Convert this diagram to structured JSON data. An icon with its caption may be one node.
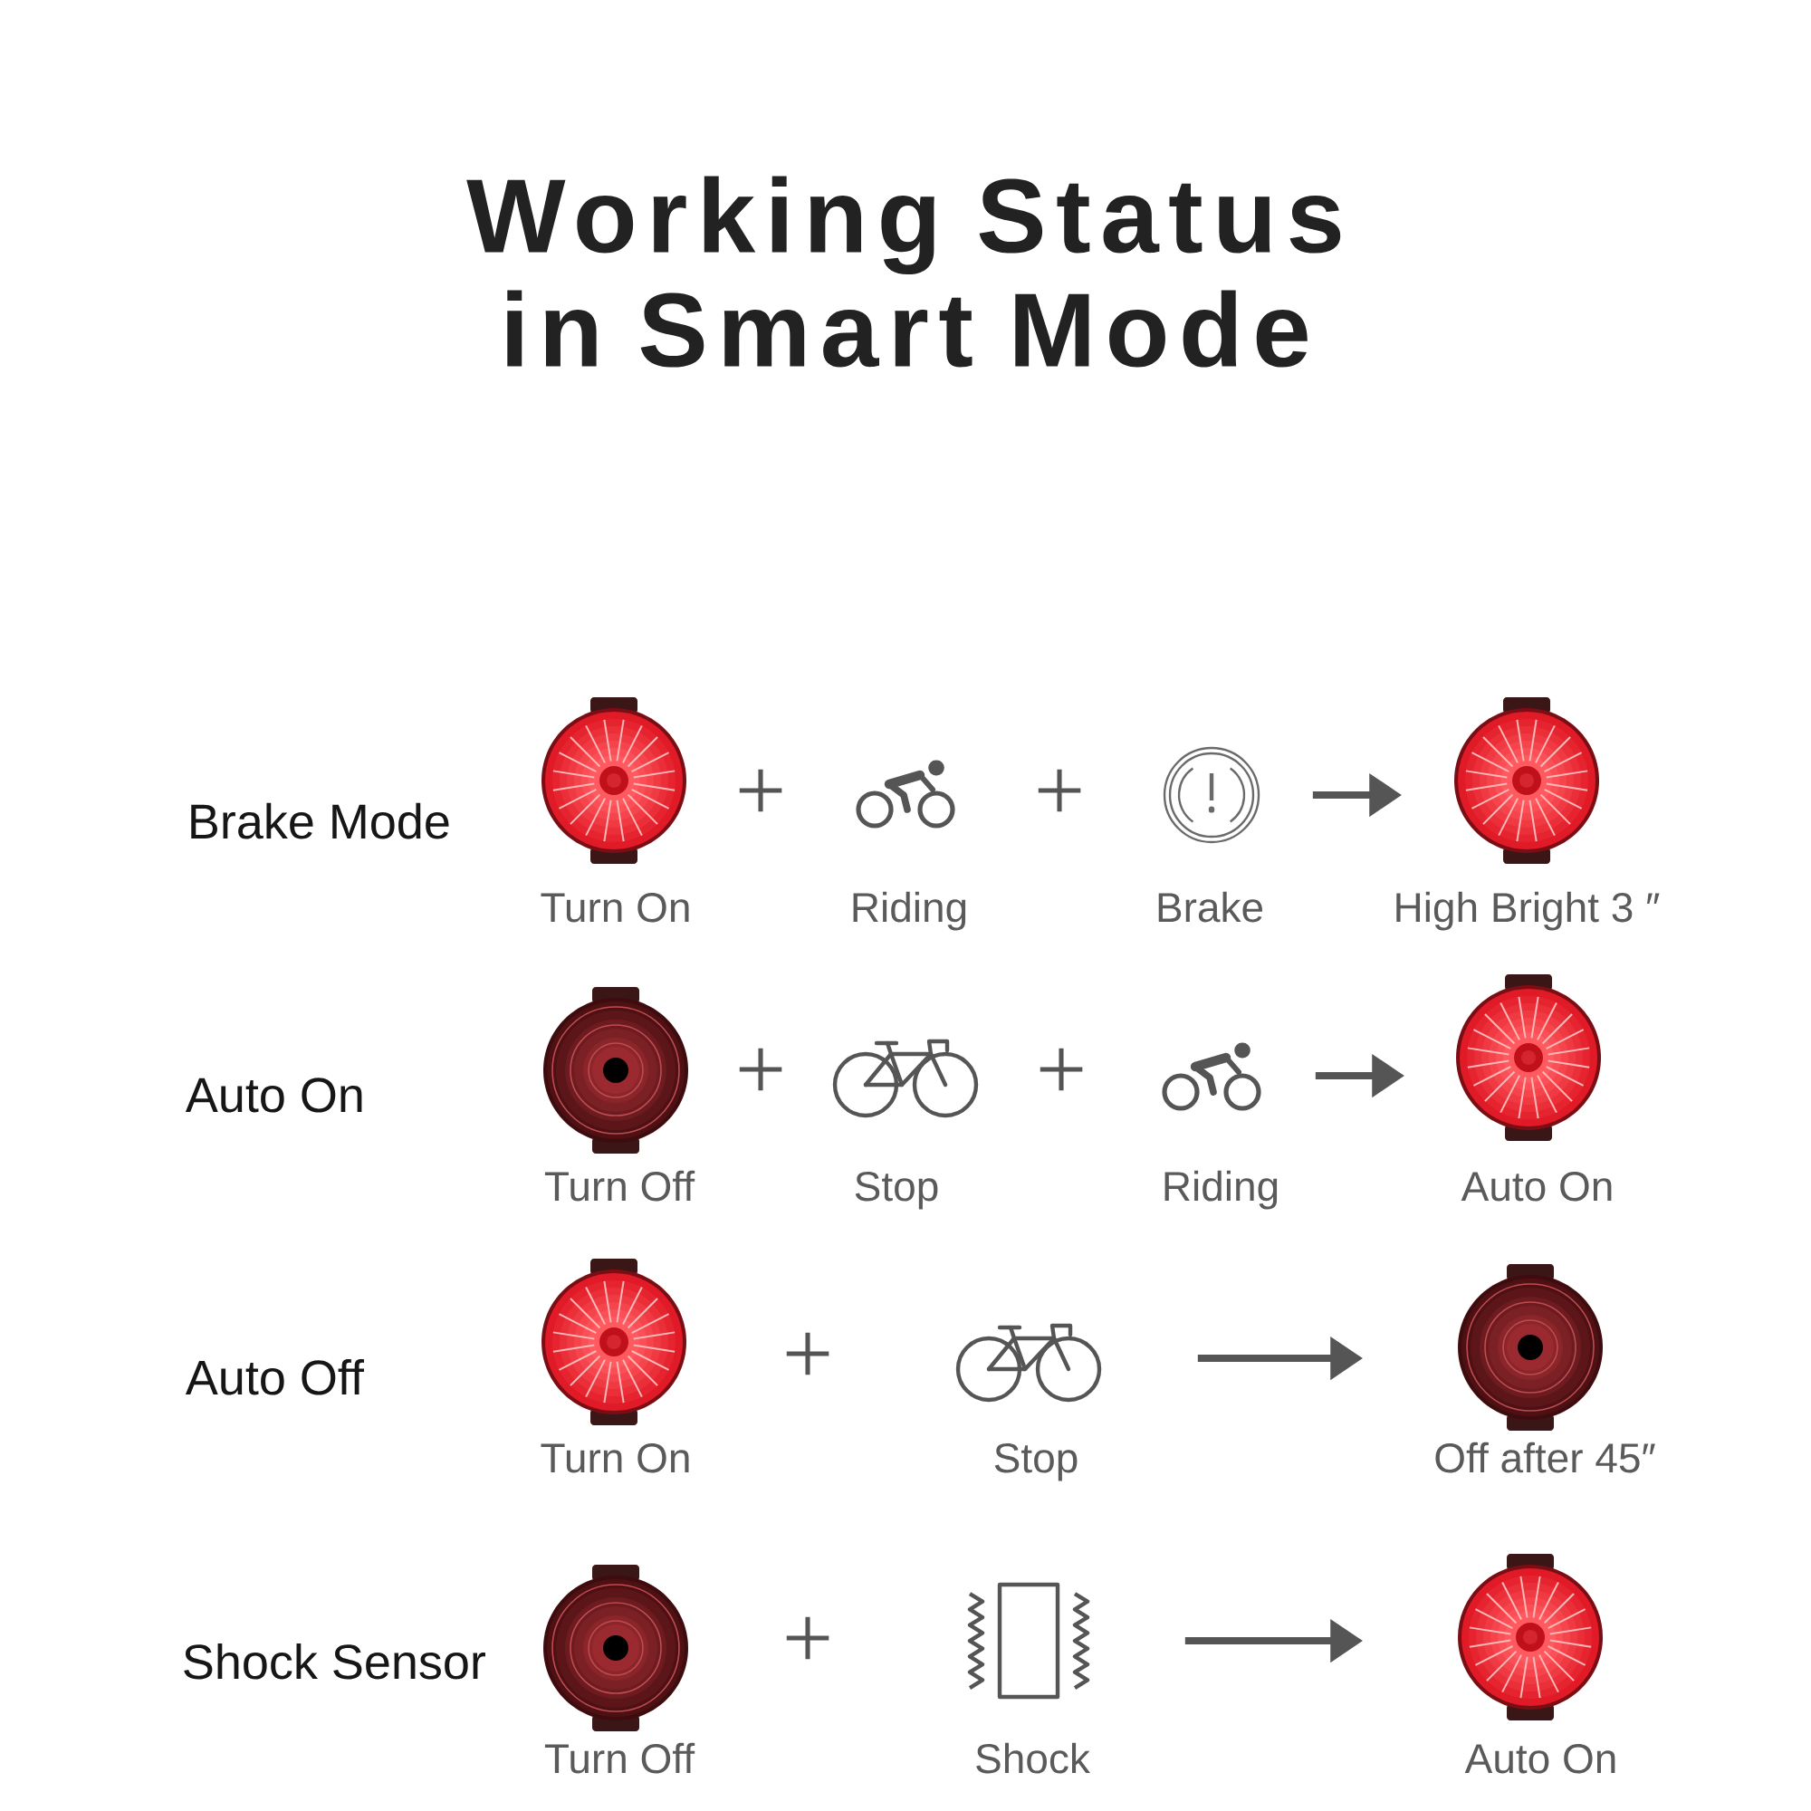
{
  "diagram": {
    "title": "Working Status in Smart Mode",
    "nodes": [
      {
        "text": [
          "Turn On"
        ]
      },
      {
        "text": [
          "Riding"
        ]
      },
      {
        "text": [
          "Brake"
        ]
      },
      {
        "text": [
          "High Bright 3 ″"
        ]
      },
      {
        "text": [
          "Turn Off"
        ]
      },
      {
        "text": [
          "Stop"
        ]
      },
      {
        "text": [
          "Riding"
        ]
      },
      {
        "text": [
          "Auto On"
        ]
      },
      {
        "text": [
          "Turn On"
        ]
      },
      {
        "text": [
          "Stop"
        ]
      },
      {
        "text": [
          "Off after 45″"
        ]
      },
      {
        "text": [
          "Turn Off"
        ]
      },
      {
        "text": [
          "Shock"
        ]
      },
      {
        "text": [
          "Auto On"
        ]
      }
    ],
    "edges": [
      {
        "from": 2,
        "to": 3,
        "arrow": "to"
      },
      {
        "from": 6,
        "to": 7,
        "arrow": "to"
      },
      {
        "from": 9,
        "to": 10,
        "arrow": "to"
      },
      {
        "from": 12,
        "to": 13,
        "arrow": "to"
      }
    ],
    "labels": [
      "Brake Mode",
      "+",
      "+",
      "Auto On",
      "+",
      "+",
      "Auto Off",
      "+",
      "Shock Sensor",
      "+"
    ]
  }
}
